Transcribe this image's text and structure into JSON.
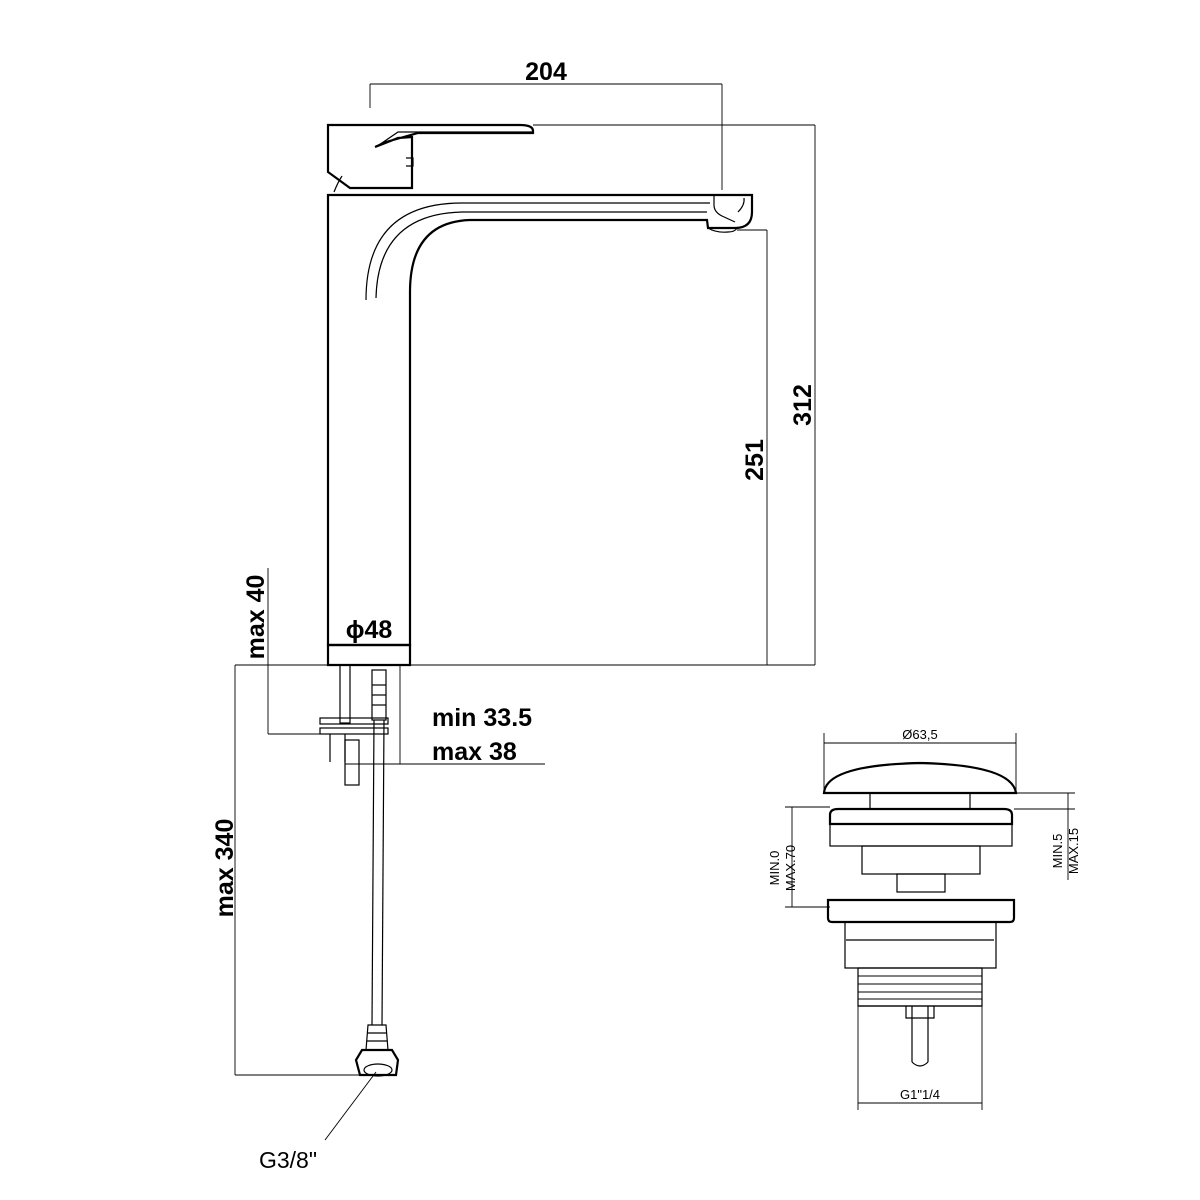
{
  "faucet": {
    "dim_width": "204",
    "dim_total_height": "312",
    "dim_spout_height": "251",
    "dim_base_diameter": "ϕ48",
    "dim_max_deck": "max 40",
    "dim_min_thickness": "min 33.5",
    "dim_max_thickness": "max 38",
    "dim_hose_length": "max 340",
    "thread_label": "G3/8\""
  },
  "waste": {
    "dim_cap_diameter": "Ø63,5",
    "dim_left_line1": "MIN.0",
    "dim_left_line2": "MAX.70",
    "dim_right_line1": "MIN.5",
    "dim_right_line2": "MAX.15",
    "dim_thread": "G1\"1/4"
  },
  "colors": {
    "line": "#000000",
    "background": "#ffffff"
  }
}
